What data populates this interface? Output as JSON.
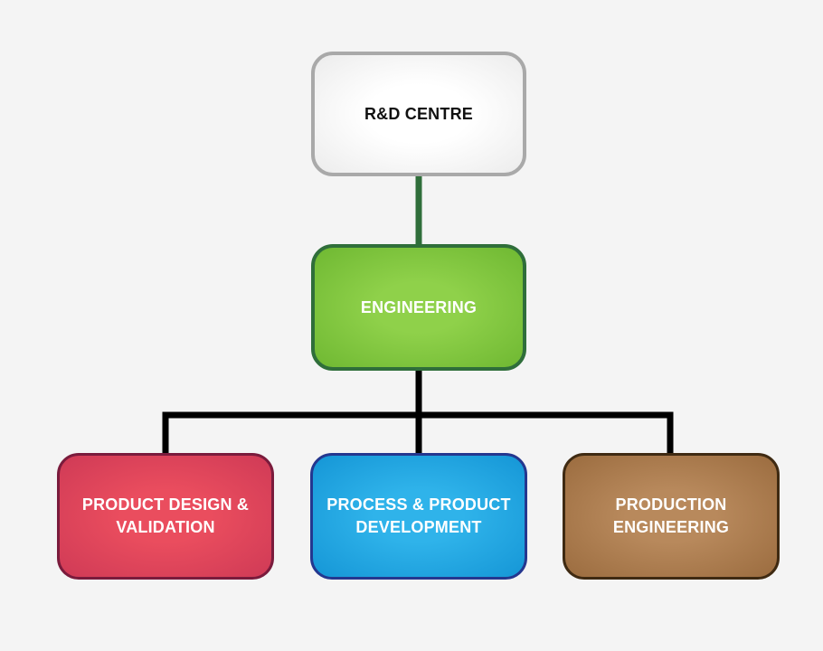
{
  "org_chart": {
    "root": {
      "label": "R&D CENTRE"
    },
    "engineering": {
      "label": "ENGINEERING"
    },
    "children": [
      {
        "line1": "PRODUCT DESIGN &",
        "line2": "VALIDATION",
        "fill": "#e04458"
      },
      {
        "line1": "PROCESS & PRODUCT",
        "line2": "DEVELOPMENT",
        "fill": "#1ea6e2"
      },
      {
        "line1": "PRODUCTION",
        "line2": "ENGINEERING",
        "fill": "#a87b4e"
      }
    ]
  },
  "colors": {
    "background": "#f4f4f4",
    "root_border": "#a9a9a9",
    "root_connector": "#2f6e3a",
    "engineering_fill": "#80c43e",
    "engineering_border": "#2f6e3a",
    "branch_connector": "#000000"
  }
}
